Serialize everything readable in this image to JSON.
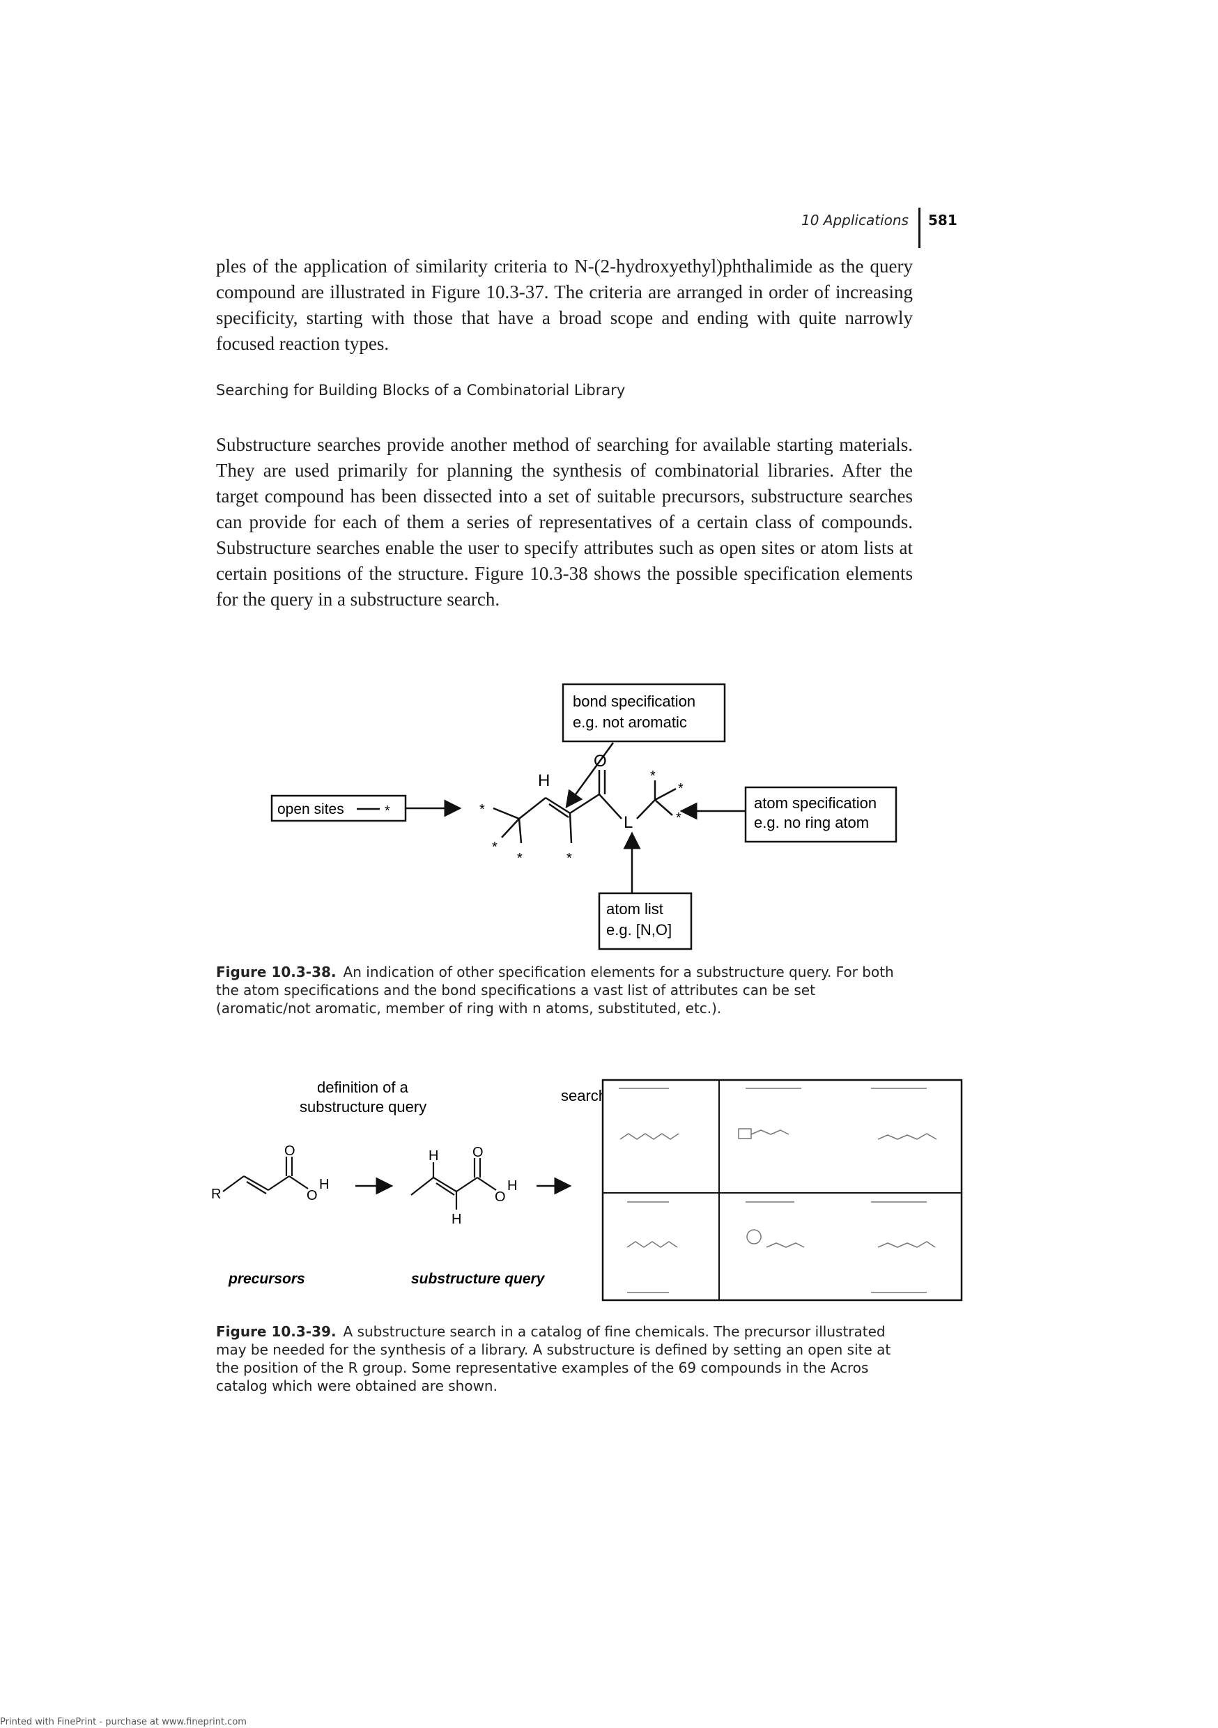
{
  "header": {
    "chapter": "10 Applications",
    "page_number": "581"
  },
  "paragraphs": {
    "p1": "ples of the application of similarity criteria to N-(2-hydroxyethyl)phthalimide as the query compound are illustrated in Figure 10.3-37. The criteria are arranged in order of increasing specificity, starting with those that have a broad scope and ending with quite narrowly focused reaction types.",
    "section_heading": "Searching for Building Blocks of a Combinatorial Library",
    "p2": "Substructure searches provide another method of searching for available starting materials. They are used primarily for planning the synthesis of combinatorial libraries. After the target compound has been dissected into a set of suitable precursors, substructure searches can provide for each of them a series of representatives of a certain class of compounds. Substructure searches enable the user to specify attributes such as open sites or atom lists at certain positions of the structure. Figure 10.3-38 shows the possible specification elements for the query in a substructure search."
  },
  "figure1": {
    "bond_box_line1": "bond specification",
    "bond_box_line2": "e.g. not aromatic",
    "open_sites_label": "open sites",
    "star": "*",
    "atom_spec_line1": "atom specification",
    "atom_spec_line2": "e.g. no ring atom",
    "atom_list_line1": "atom list",
    "atom_list_line2": "e.g. [N,O]",
    "atom_H": "H",
    "atom_O": "O",
    "atom_L": "L",
    "caption_label": "Figure 10.3-38.",
    "caption_text": "An indication of other specification elements for a substructure query. For both the atom specifications and the bond specifications a vast list of attributes can be set (aromatic/not aromatic, member of ring with n atoms, substituted, etc.)."
  },
  "figure2": {
    "definition_line1": "definition of a",
    "definition_line2": "substructure query",
    "search_label": "search",
    "precursors_label": "precursors",
    "substructure_query_label": "substructure query",
    "atom_R": "R",
    "atom_O": "O",
    "atom_H": "H",
    "caption_label": "Figure 10.3-39.",
    "caption_text": "A substructure search in a catalog of fine chemicals. The precursor illustrated may be needed for the synthesis of a library. A substructure is defined by setting an open site at the position of the R group. Some representative examples of the 69 compounds in the Acros catalog which were obtained are shown."
  },
  "footer": {
    "text": "Printed with FinePrint - purchase at www.fineprint.com"
  }
}
